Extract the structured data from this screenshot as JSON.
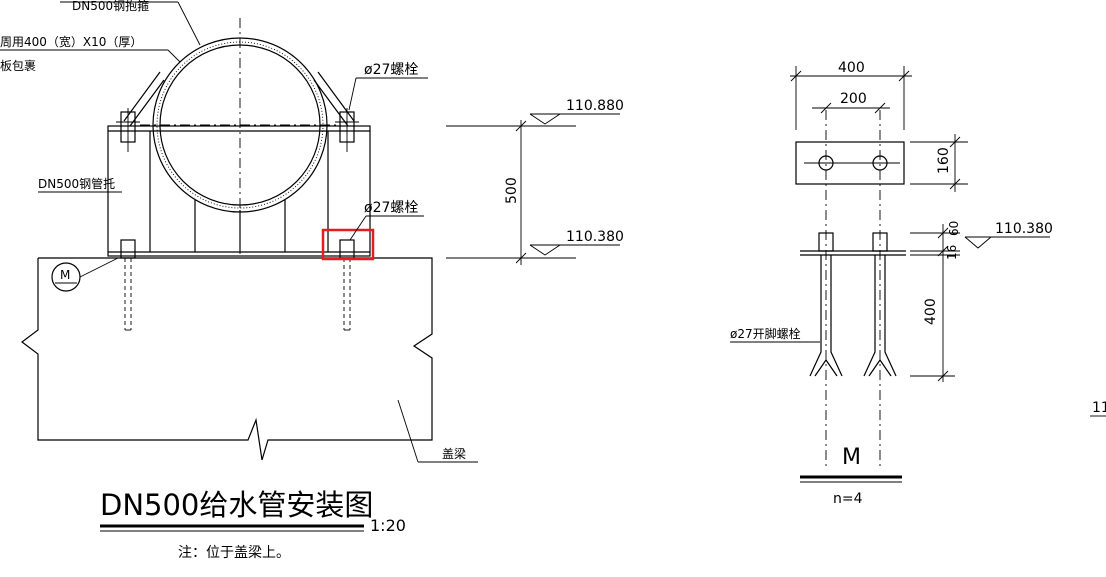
{
  "main_view": {
    "pipe_saddle_label": "DN500钢抱箍",
    "wrap_label_line1": "周用400（宽）X10（厚）",
    "wrap_label_line2": "板包裹",
    "pipe_support_label": "DN500钢管托",
    "bolt_label_top": "ø27螺栓",
    "bolt_label_bottom": "ø27螺栓",
    "elev_top": "110.880",
    "elev_bottom": "110.380",
    "dim_height": "500",
    "section_marker": "M",
    "beam_label": "盖梁",
    "title": "DN500给水管安装图",
    "scale": "1:20",
    "note": "注：位于盖梁上。"
  },
  "detail_view": {
    "dim_width": "400",
    "dim_spacing": "200",
    "dim_plate": "160",
    "dim_top": "60",
    "dim_thickness": "16",
    "dim_embed": "400",
    "elev": "110.380",
    "anchor_label": "ø27开脚螺栓",
    "section_title": "M",
    "count": "n=4",
    "edge_fragment": "11"
  },
  "highlight_color": "#e02020"
}
